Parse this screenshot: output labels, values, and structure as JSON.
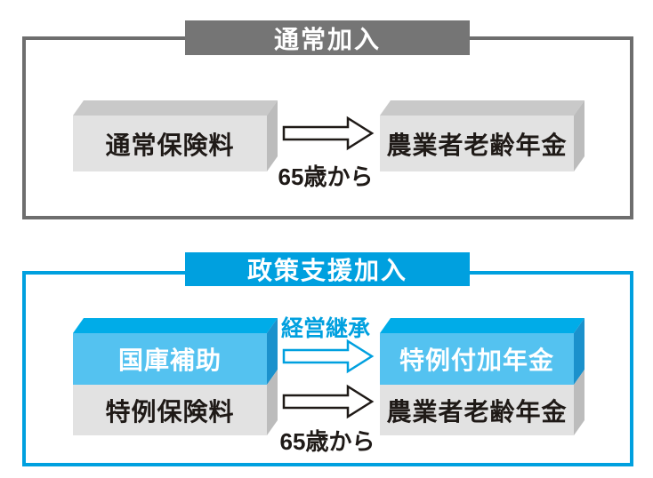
{
  "colors": {
    "gray_header": "#757575",
    "gray_frame": "#6e6e6e",
    "blue_accent": "#00a0df",
    "blue_face_front": "#54c2f0",
    "blue_face_top": "#00ace8",
    "blue_face_side": "#1b91cc",
    "gray_face_front": "#e2e2e2",
    "gray_face_top": "#c9c9c9",
    "gray_face_side": "#bcbcbc",
    "ink": "#1f1a17"
  },
  "normal_section": {
    "title": "通常加入",
    "premium_box_label": "通常保険料",
    "pension_box_label": "農業者老齢年金",
    "arrow_caption": "65歳から"
  },
  "policy_section": {
    "title": "政策支援加入",
    "subsidy_box_label": "国庫補助",
    "premium_box_label": "特例保険料",
    "special_pension_box_label": "特例付加年金",
    "pension_box_label": "農業者老齢年金",
    "succession_arrow_caption": "経営継承",
    "arrow_caption": "65歳から"
  }
}
